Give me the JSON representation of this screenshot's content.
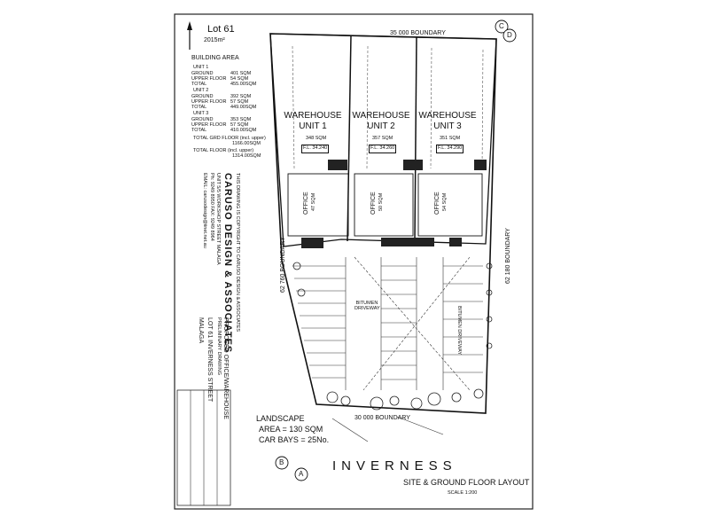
{
  "lot": {
    "title": "Lot 61",
    "area": "2015m²"
  },
  "building_area": {
    "heading": "BUILDING AREA",
    "units": [
      {
        "name": "UNIT 1",
        "rows": [
          [
            "GROUND",
            "401 SQM"
          ],
          [
            "UPPER FLOOR",
            "54 SQM"
          ],
          [
            "TOTAL",
            "455.00SQM"
          ]
        ]
      },
      {
        "name": "UNIT 2",
        "rows": [
          [
            "GROUND",
            "392 SQM"
          ],
          [
            "UPPER FLOOR",
            "57 SQM"
          ],
          [
            "TOTAL",
            "449.00SQM"
          ]
        ]
      },
      {
        "name": "UNIT 3",
        "rows": [
          [
            "GROUND",
            "353 SQM"
          ],
          [
            "UPPER FLOOR",
            "57 SQM"
          ],
          [
            "TOTAL",
            "410.00SQM"
          ]
        ]
      }
    ],
    "total_gfa_label": "TOTAL GRD FLOOR (incl. upper)",
    "total_gfa_value": "1166.00SQM",
    "total_floor_label": "TOTAL FLOOR (incl. upper)",
    "total_floor_value": "1314.00SQM"
  },
  "units": [
    {
      "name": "WAREHOUSE",
      "sub": "UNIT 1",
      "area": "348 SQM",
      "fl": "F.L. 34.240",
      "office": "OFFICE",
      "office_area": "47 SQM"
    },
    {
      "name": "WAREHOUSE",
      "sub": "UNIT 2",
      "area": "357 SQM",
      "fl": "F.L. 34.260",
      "office": "OFFICE",
      "office_area": "50 SQM"
    },
    {
      "name": "WAREHOUSE",
      "sub": "UNIT 3",
      "area": "351 SQM",
      "fl": "F.L. 34.290",
      "office": "OFFICE",
      "office_area": "54 SQM"
    }
  ],
  "boundaries": {
    "top": "35 000 BOUNDARY",
    "left": "62 760 BOUNDARY",
    "right": "62 180 BOUNDARY",
    "bottom": "30 000 BOUNDARY"
  },
  "markers": {
    "top_left": "C",
    "top_right": "D",
    "bottom_left": "B",
    "bottom_right": "A"
  },
  "driveways": [
    "BITUMEN DRIVEWAY",
    "BITUMEN DRIVEWAY"
  ],
  "landscape": {
    "line1": "LANDSCAPE",
    "line2": "AREA = 130 SQM",
    "line3": "CAR BAYS = 25No."
  },
  "street": "INVERNESS",
  "layout_title": "SITE & GROUND FLOOR LAYOUT",
  "scale": "SCALE 1:200",
  "firm": {
    "name": "CARUSO DESIGN & ASSOCIATES",
    "address": "UNIT 5/5 WORKSHOP STREET MALAGA",
    "phone": "Ph: 9249 8950  FAX: 9249 8964",
    "email": "EMAIL: carusodesign@iinet.net.au"
  },
  "project": {
    "title": "PROPOSED OFFICE/WAREHOUSE",
    "sub": "PRELIMINARY DRAWING",
    "lot": "LOT 61 INVERNESS STREET",
    "suburb": "MALAGA"
  },
  "copyright": "THIS DRAWING IS COPYRIGHT TO CARUSO DESIGN & ASSOCIATES"
}
